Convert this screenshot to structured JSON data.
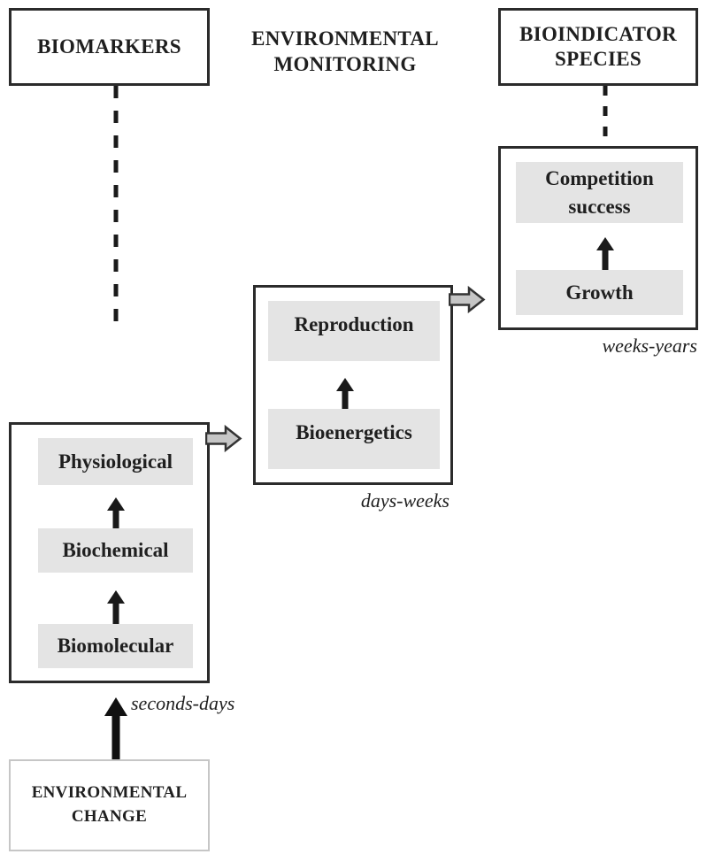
{
  "headers": {
    "biomarkers": "BIOMARKERS",
    "environmental_monitoring": "ENVIRONMENTAL MONITORING",
    "bioindicator_species": "BIOINDICATOR SPECIES"
  },
  "columns": {
    "biomarkers_levels": {
      "items": [
        {
          "label": "Physiological"
        },
        {
          "label": "Biochemical"
        },
        {
          "label": "Biomolecular"
        }
      ],
      "time_label": "seconds-days"
    },
    "organism_responses": {
      "items": [
        {
          "label": "Reproduction"
        },
        {
          "label": "Bioenergetics"
        }
      ],
      "time_label": "days-weeks"
    },
    "population_responses": {
      "items": [
        {
          "label": "Competition success"
        },
        {
          "label": "Growth"
        }
      ],
      "time_label": "weeks-years"
    }
  },
  "source": {
    "label": "ENVIRONMENTAL CHANGE"
  },
  "colors": {
    "canvas_background": "#ffffff",
    "box_border": "#2b2b2b",
    "inner_box_fill": "#e4e4e4",
    "arrow_black": "#1a1a1a",
    "block_arrow_fill": "#c6c6c6",
    "block_arrow_stroke": "#333333",
    "source_box_border": "#c6c6c6",
    "text": "#1f1f1f"
  }
}
